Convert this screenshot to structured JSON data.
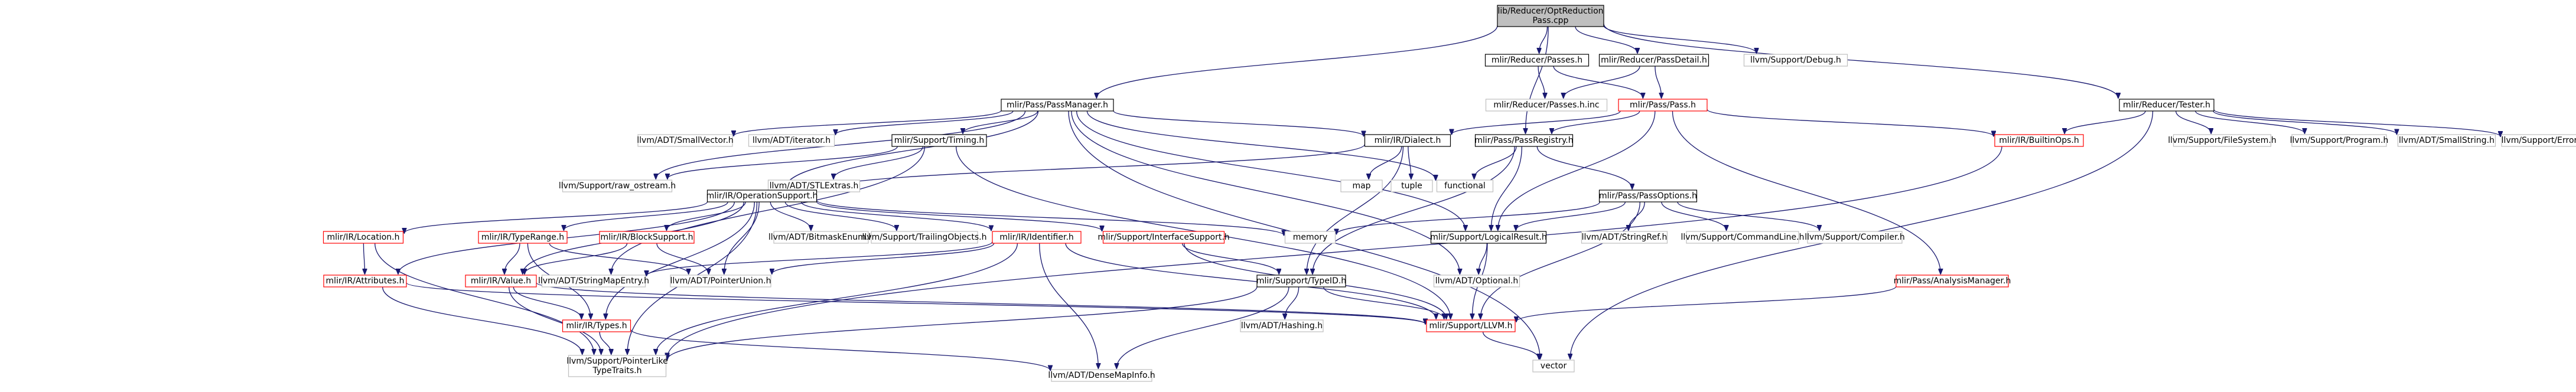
{
  "colors": {
    "node_border_black": "#000000",
    "node_border_gray": "#bfbfbf",
    "node_border_red": "#ff0000",
    "root_fill": "#bfbfbf",
    "node_fill": "#ffffff",
    "edge": "#191970",
    "text": "#000000"
  },
  "nodes": [
    {
      "id": "root",
      "lines": [
        "lib/Reducer/OptReduction",
        "Pass.cpp"
      ],
      "style": "root"
    },
    {
      "id": "pm",
      "lines": [
        "mlir/Pass/PassManager.h"
      ],
      "style": "black"
    },
    {
      "id": "rpasses",
      "lines": [
        "mlir/Reducer/Passes.h"
      ],
      "style": "black"
    },
    {
      "id": "rpassdetail",
      "lines": [
        "mlir/Reducer/PassDetail.h"
      ],
      "style": "black"
    },
    {
      "id": "debug",
      "lines": [
        "llvm/Support/Debug.h"
      ],
      "style": "gray"
    },
    {
      "id": "passes_inc",
      "lines": [
        "mlir/Reducer/Passes.h.inc"
      ],
      "style": "gray"
    },
    {
      "id": "pass",
      "lines": [
        "mlir/Pass/Pass.h"
      ],
      "style": "red"
    },
    {
      "id": "tester",
      "lines": [
        "mlir/Reducer/Tester.h"
      ],
      "style": "black"
    },
    {
      "id": "smallvector",
      "lines": [
        "llvm/ADT/SmallVector.h"
      ],
      "style": "gray"
    },
    {
      "id": "iterator",
      "lines": [
        "llvm/ADT/iterator.h"
      ],
      "style": "gray"
    },
    {
      "id": "timing",
      "lines": [
        "mlir/Support/Timing.h"
      ],
      "style": "black"
    },
    {
      "id": "dialect",
      "lines": [
        "mlir/IR/Dialect.h"
      ],
      "style": "black"
    },
    {
      "id": "passregistry",
      "lines": [
        "mlir/Pass/PassRegistry.h"
      ],
      "style": "black"
    },
    {
      "id": "builtinops",
      "lines": [
        "mlir/IR/BuiltinOps.h"
      ],
      "style": "red"
    },
    {
      "id": "filesystem",
      "lines": [
        "llvm/Support/FileSystem.h"
      ],
      "style": "gray"
    },
    {
      "id": "program",
      "lines": [
        "llvm/Support/Program.h"
      ],
      "style": "gray"
    },
    {
      "id": "smallstring",
      "lines": [
        "llvm/ADT/SmallString.h"
      ],
      "style": "gray"
    },
    {
      "id": "error",
      "lines": [
        "llvm/Support/Error.h"
      ],
      "style": "gray"
    },
    {
      "id": "rawostream",
      "lines": [
        "llvm/Support/raw_ostream.h"
      ],
      "style": "gray"
    },
    {
      "id": "stlextras",
      "lines": [
        "llvm/ADT/STLExtras.h"
      ],
      "style": "gray"
    },
    {
      "id": "map",
      "lines": [
        "map"
      ],
      "style": "gray"
    },
    {
      "id": "tuple",
      "lines": [
        "tuple"
      ],
      "style": "gray"
    },
    {
      "id": "functional",
      "lines": [
        "functional"
      ],
      "style": "gray"
    },
    {
      "id": "opsupport",
      "lines": [
        "mlir/IR/OperationSupport.h"
      ],
      "style": "black"
    },
    {
      "id": "passoptions",
      "lines": [
        "mlir/Pass/PassOptions.h"
      ],
      "style": "black"
    },
    {
      "id": "location",
      "lines": [
        "mlir/IR/Location.h"
      ],
      "style": "red"
    },
    {
      "id": "typerange",
      "lines": [
        "mlir/IR/TypeRange.h"
      ],
      "style": "red"
    },
    {
      "id": "blocksupport",
      "lines": [
        "mlir/IR/BlockSupport.h"
      ],
      "style": "red"
    },
    {
      "id": "bitmaskenum",
      "lines": [
        "llvm/ADT/BitmaskEnum.h"
      ],
      "style": "gray"
    },
    {
      "id": "trailingobjects",
      "lines": [
        "llvm/Support/TrailingObjects.h"
      ],
      "style": "gray"
    },
    {
      "id": "identifier",
      "lines": [
        "mlir/IR/Identifier.h"
      ],
      "style": "red"
    },
    {
      "id": "interfacesupport",
      "lines": [
        "mlir/Support/InterfaceSupport.h"
      ],
      "style": "red"
    },
    {
      "id": "memory",
      "lines": [
        "memory"
      ],
      "style": "gray"
    },
    {
      "id": "logicalresult",
      "lines": [
        "mlir/Support/LogicalResult.h"
      ],
      "style": "black"
    },
    {
      "id": "stringref",
      "lines": [
        "llvm/ADT/StringRef.h"
      ],
      "style": "gray"
    },
    {
      "id": "commandline",
      "lines": [
        "llvm/Support/CommandLine.h"
      ],
      "style": "gray"
    },
    {
      "id": "compiler",
      "lines": [
        "llvm/Support/Compiler.h"
      ],
      "style": "gray"
    },
    {
      "id": "attributes",
      "lines": [
        "mlir/IR/Attributes.h"
      ],
      "style": "red"
    },
    {
      "id": "value",
      "lines": [
        "mlir/IR/Value.h"
      ],
      "style": "red"
    },
    {
      "id": "stringmapentry",
      "lines": [
        "llvm/ADT/StringMapEntry.h"
      ],
      "style": "gray"
    },
    {
      "id": "pointerunion",
      "lines": [
        "llvm/ADT/PointerUnion.h"
      ],
      "style": "gray"
    },
    {
      "id": "typeid",
      "lines": [
        "mlir/Support/TypeID.h"
      ],
      "style": "black"
    },
    {
      "id": "optional",
      "lines": [
        "llvm/ADT/Optional.h"
      ],
      "style": "gray"
    },
    {
      "id": "analysismanager",
      "lines": [
        "mlir/Pass/AnalysisManager.h"
      ],
      "style": "red"
    },
    {
      "id": "types",
      "lines": [
        "mlir/IR/Types.h"
      ],
      "style": "red"
    },
    {
      "id": "hashing",
      "lines": [
        "llvm/ADT/Hashing.h"
      ],
      "style": "gray"
    },
    {
      "id": "llvmh",
      "lines": [
        "mlir/Support/LLVM.h"
      ],
      "style": "red"
    },
    {
      "id": "pointerlike",
      "lines": [
        "llvm/Support/PointerLike",
        "TypeTraits.h"
      ],
      "style": "gray"
    },
    {
      "id": "vector",
      "lines": [
        "vector"
      ],
      "style": "gray"
    },
    {
      "id": "densemapinfo",
      "lines": [
        "llvm/ADT/DenseMapInfo.h"
      ],
      "style": "gray"
    }
  ],
  "edges": [
    [
      "root",
      "pm"
    ],
    [
      "root",
      "rpasses"
    ],
    [
      "root",
      "rpassdetail"
    ],
    [
      "root",
      "debug"
    ],
    [
      "root",
      "passregistry"
    ],
    [
      "root",
      "tester"
    ],
    [
      "rpasses",
      "passes_inc"
    ],
    [
      "rpasses",
      "pass"
    ],
    [
      "rpassdetail",
      "passes_inc"
    ],
    [
      "rpassdetail",
      "pass"
    ],
    [
      "pm",
      "smallvector"
    ],
    [
      "pm",
      "iterator"
    ],
    [
      "pm",
      "timing"
    ],
    [
      "pm",
      "opsupport"
    ],
    [
      "pm",
      "rawostream"
    ],
    [
      "pm",
      "functional"
    ],
    [
      "pm",
      "logicalresult"
    ],
    [
      "pm",
      "optional"
    ],
    [
      "pm",
      "vector"
    ],
    [
      "pm",
      "dialect"
    ],
    [
      "pass",
      "dialect"
    ],
    [
      "pass",
      "passregistry"
    ],
    [
      "pass",
      "builtinops"
    ],
    [
      "pass",
      "analysismanager"
    ],
    [
      "pass",
      "logicalresult"
    ],
    [
      "tester",
      "builtinops"
    ],
    [
      "tester",
      "filesystem"
    ],
    [
      "tester",
      "program"
    ],
    [
      "tester",
      "smallstring"
    ],
    [
      "tester",
      "error"
    ],
    [
      "tester",
      "vector"
    ],
    [
      "timing",
      "rawostream"
    ],
    [
      "timing",
      "stlextras"
    ],
    [
      "timing",
      "stringmapentry"
    ],
    [
      "timing",
      "llvmh"
    ],
    [
      "dialect",
      "opsupport"
    ],
    [
      "dialect",
      "map"
    ],
    [
      "dialect",
      "tuple"
    ],
    [
      "dialect",
      "typeid"
    ],
    [
      "passregistry",
      "functional"
    ],
    [
      "passregistry",
      "passoptions"
    ],
    [
      "passregistry",
      "logicalresult"
    ],
    [
      "passregistry",
      "typeid"
    ],
    [
      "builtinops",
      "pointerlike"
    ],
    [
      "opsupport",
      "location"
    ],
    [
      "opsupport",
      "typerange"
    ],
    [
      "opsupport",
      "blocksupport"
    ],
    [
      "opsupport",
      "bitmaskenum"
    ],
    [
      "opsupport",
      "trailingobjects"
    ],
    [
      "opsupport",
      "identifier"
    ],
    [
      "opsupport",
      "interfacesupport"
    ],
    [
      "opsupport",
      "memory"
    ],
    [
      "opsupport",
      "attributes"
    ],
    [
      "opsupport",
      "value"
    ],
    [
      "opsupport",
      "pointerunion"
    ],
    [
      "opsupport",
      "types"
    ],
    [
      "opsupport",
      "pointerlike"
    ],
    [
      "passoptions",
      "memory"
    ],
    [
      "passoptions",
      "stringref"
    ],
    [
      "passoptions",
      "commandline"
    ],
    [
      "passoptions",
      "compiler"
    ],
    [
      "passoptions",
      "logicalresult"
    ],
    [
      "passoptions",
      "llvmh"
    ],
    [
      "location",
      "attributes"
    ],
    [
      "location",
      "pointerlike"
    ],
    [
      "typerange",
      "value"
    ],
    [
      "typerange",
      "types"
    ],
    [
      "typerange",
      "pointerunion"
    ],
    [
      "blocksupport",
      "value"
    ],
    [
      "blocksupport",
      "pointerunion"
    ],
    [
      "identifier",
      "stringmapentry"
    ],
    [
      "identifier",
      "pointerunion"
    ],
    [
      "identifier",
      "densemapinfo"
    ],
    [
      "identifier",
      "llvmh"
    ],
    [
      "identifier",
      "pointerlike"
    ],
    [
      "interfacesupport",
      "typeid"
    ],
    [
      "interfacesupport",
      "llvmh"
    ],
    [
      "logicalresult",
      "optional"
    ],
    [
      "logicalresult",
      "llvmh"
    ],
    [
      "attributes",
      "pointerlike"
    ],
    [
      "attributes",
      "llvmh"
    ],
    [
      "value",
      "types"
    ],
    [
      "value",
      "pointerlike"
    ],
    [
      "value",
      "llvmh"
    ],
    [
      "typeid",
      "hashing"
    ],
    [
      "typeid",
      "llvmh"
    ],
    [
      "typeid",
      "densemapinfo"
    ],
    [
      "typeid",
      "pointerlike"
    ],
    [
      "analysismanager",
      "llvmh"
    ],
    [
      "types",
      "densemapinfo"
    ],
    [
      "types",
      "pointerlike"
    ],
    [
      "llvmh",
      "vector"
    ]
  ]
}
